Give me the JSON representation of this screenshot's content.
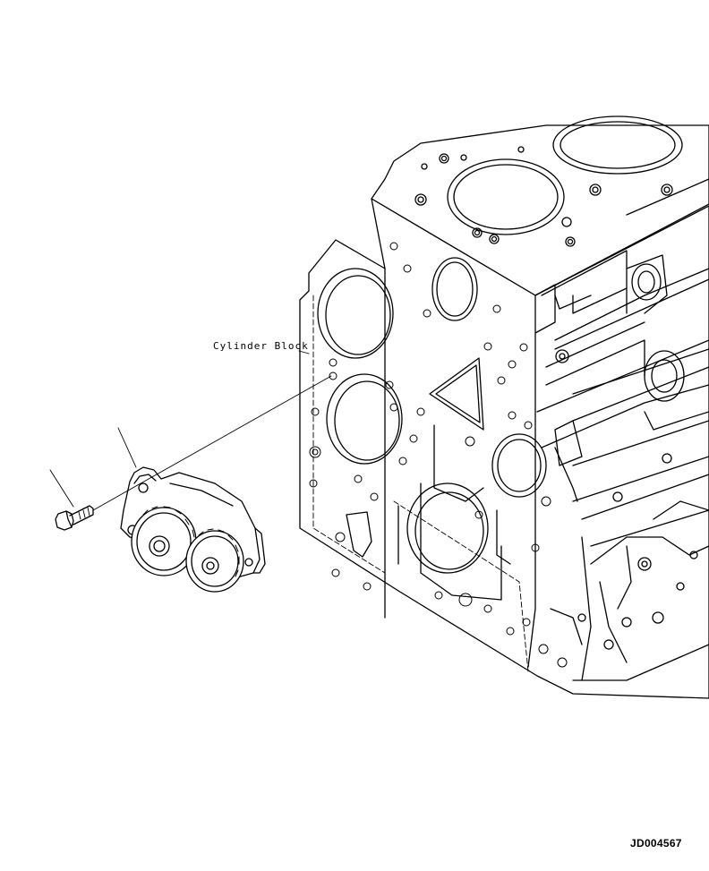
{
  "diagram": {
    "callout_label": "Cylinder Block",
    "figure_code": "JD004567",
    "colors": {
      "line": "#000000",
      "background": "#ffffff"
    },
    "parts": [
      "cylinder-block",
      "oil-pump-gear-housing",
      "mounting-bolt"
    ]
  }
}
